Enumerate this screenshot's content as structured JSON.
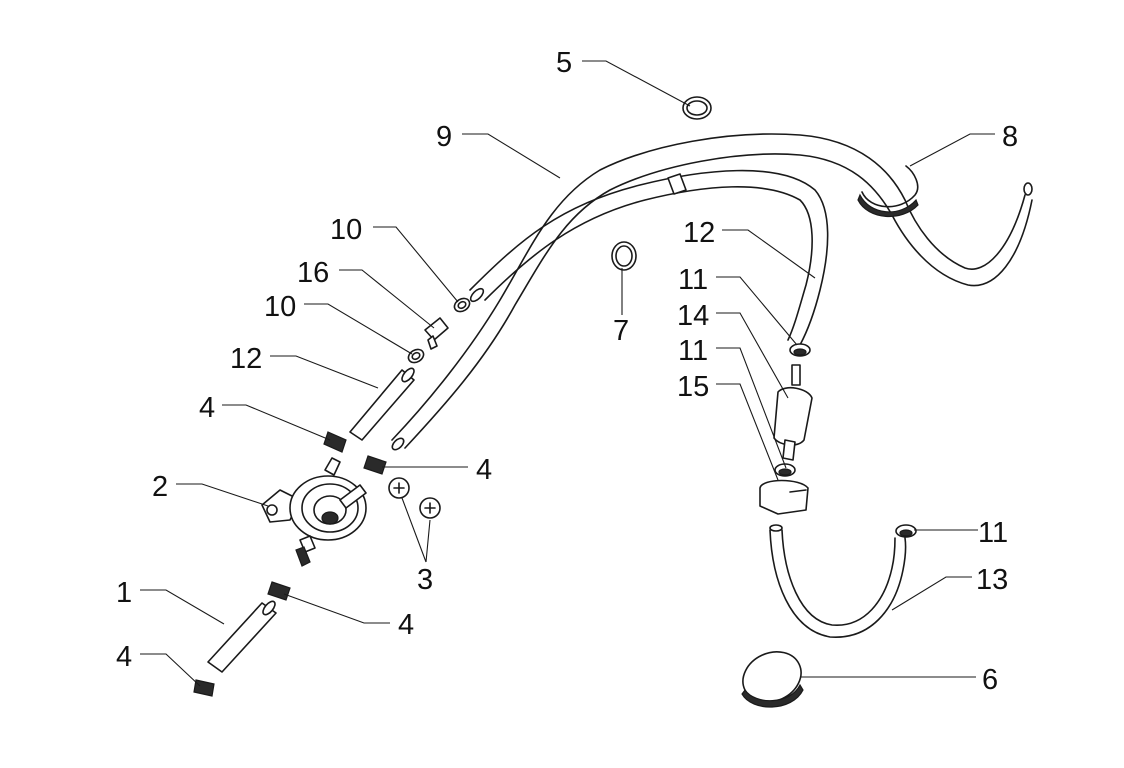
{
  "diagram": {
    "callouts": {
      "c5": "5",
      "c9": "9",
      "c8": "8",
      "c10a": "10",
      "c16": "16",
      "c10b": "10",
      "c12a": "12",
      "c12b": "12",
      "c11a": "11",
      "c7": "7",
      "c14": "14",
      "c11b": "11",
      "c15": "15",
      "c4a": "4",
      "c4b": "4",
      "c2": "2",
      "c3": "3",
      "c4c": "4",
      "c1": "1",
      "c4d": "4",
      "c11c": "11",
      "c13": "13",
      "c6": "6"
    }
  }
}
